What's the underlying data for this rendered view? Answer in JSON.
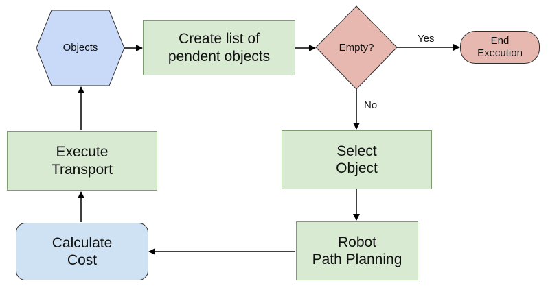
{
  "colors": {
    "process_fill": "#d9ead3",
    "process_border": "#7d9c72",
    "cost_fill": "#cfe2f3",
    "objects_fill": "#c9daf8",
    "decision_fill": "#e6b8b0",
    "terminal_fill": "#e6b8b0",
    "arrow": "#000000"
  },
  "nodes": {
    "objects": {
      "label": "Objects",
      "shape": "hexagon"
    },
    "create_list": {
      "label": "Create list of\npendent objects",
      "shape": "rectangle"
    },
    "empty": {
      "label": "Empty?",
      "shape": "diamond"
    },
    "end": {
      "label": "End\nExecution",
      "shape": "rounded-terminal"
    },
    "select_object": {
      "label": "Select\nObject",
      "shape": "rectangle"
    },
    "robot_path": {
      "label": "Robot\nPath Planning",
      "shape": "rectangle"
    },
    "calculate_cost": {
      "label": "Calculate\nCost",
      "shape": "rounded-rectangle"
    },
    "execute_transport": {
      "label": "Execute\nTransport",
      "shape": "rectangle"
    }
  },
  "edges": {
    "yes_label": "Yes",
    "no_label": "No"
  }
}
